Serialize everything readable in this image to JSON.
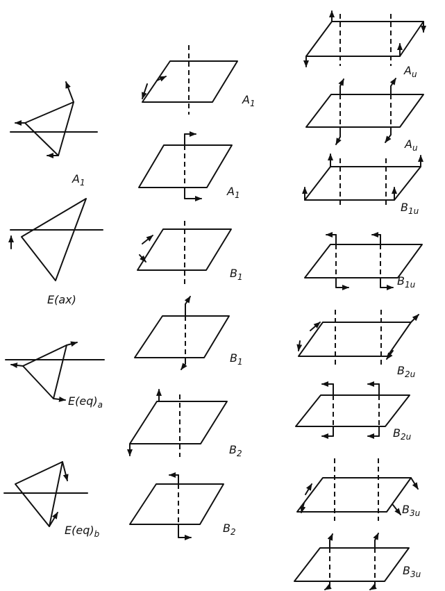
{
  "figure": {
    "triangle_labels": [
      {
        "main": "A",
        "sub": "1"
      },
      {
        "main": "E(ax)",
        "sub": ""
      },
      {
        "main": "E(eq)",
        "sub": "a"
      },
      {
        "main": "E(eq)",
        "sub": "b"
      }
    ],
    "single_rod_labels": [
      {
        "main": "A",
        "sub": "1"
      },
      {
        "main": "A",
        "sub": "1"
      },
      {
        "main": "B",
        "sub": "1"
      },
      {
        "main": "B",
        "sub": "1"
      },
      {
        "main": "B",
        "sub": "2"
      },
      {
        "main": "B",
        "sub": "2"
      }
    ],
    "double_rod_labels": [
      {
        "main": "A",
        "sub": "u"
      },
      {
        "main": "A",
        "sub": "u"
      },
      {
        "main": "B",
        "sub": "1u"
      },
      {
        "main": "B",
        "sub": "1u"
      },
      {
        "main": "B",
        "sub": "2u"
      },
      {
        "main": "B",
        "sub": "2u"
      },
      {
        "main": "B",
        "sub": "3u"
      },
      {
        "main": "B",
        "sub": "3u"
      }
    ]
  }
}
